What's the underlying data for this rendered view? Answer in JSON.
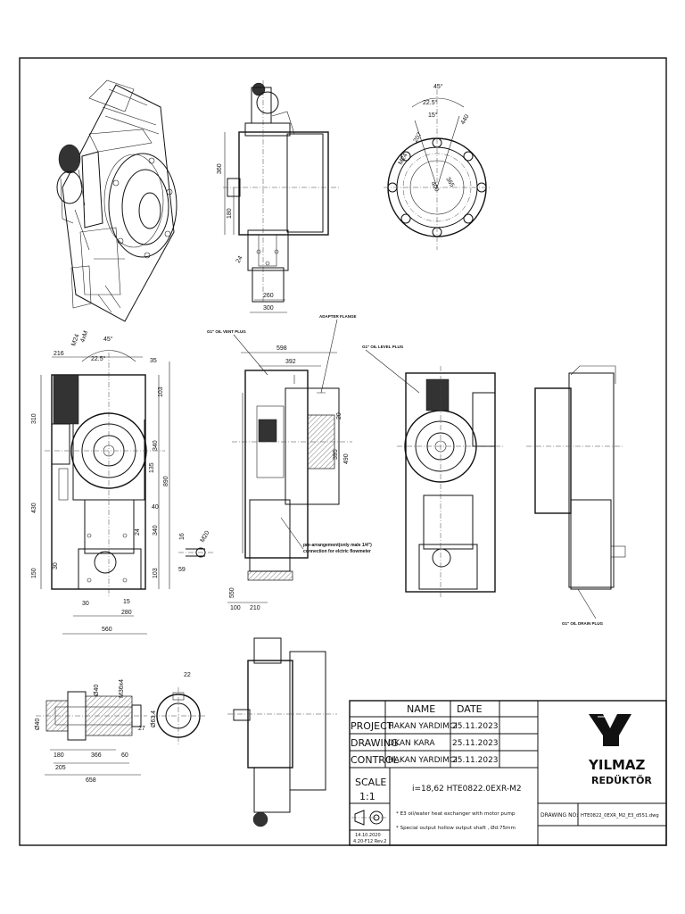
{
  "drawing": {
    "views": {
      "iso": {},
      "top_view": {
        "dims": [
          "360",
          "180",
          "260",
          "300",
          "24"
        ]
      },
      "flange_view": {
        "dims": [
          "45°",
          "22.5°",
          "15°",
          "440",
          "400",
          "365",
          "M24",
          "22",
          "207"
        ]
      },
      "front_view": {
        "dims": [
          "216",
          "M24",
          "4xM",
          "45°",
          "22.5°",
          "35",
          "310",
          "103",
          "340",
          "890",
          "135",
          "430",
          "40",
          "24",
          "340",
          "150",
          "30",
          "103",
          "30",
          "15",
          "280",
          "560"
        ]
      },
      "detail_view": {
        "dims": [
          "16",
          "M20",
          "59"
        ]
      },
      "side_section": {
        "dims": [
          "598",
          "392",
          "20",
          "395",
          "490",
          "100",
          "210",
          "550"
        ],
        "callouts": {
          "oil_vent": "G1\" OIL VENT PLUG",
          "adapter": "ADAPTER FLANGE",
          "pre_arrangement": "pre-arrangement(only male 1/4\") connection for elctric flowmeter"
        }
      },
      "back_view": {
        "callouts": {
          "oil_level": "G1\" OIL LEVEL PLUG"
        }
      },
      "right_side_view": {
        "callouts": {
          "oil_drain": "G1\" OIL DRAIN PLUG"
        }
      },
      "shaft_view": {
        "dims": [
          "Ø40",
          "M36x4",
          "27",
          "180",
          "366",
          "60",
          "205",
          "658",
          "Ø40"
        ]
      },
      "shaft_end_view": {
        "dims": [
          "22",
          "Ø63.4"
        ]
      },
      "bottom_view": {}
    }
  },
  "title_block": {
    "headers": {
      "name": "NAME",
      "date": "DATE"
    },
    "rows": [
      {
        "label": "PROJECT",
        "name": "HAKAN YARDIMCI",
        "date": "25.11.2023"
      },
      {
        "label": "DRAWING",
        "name": "OKAN KARA",
        "date": "25.11.2023"
      },
      {
        "label": "CONTROL",
        "name": "HAKAN YARDIMCI",
        "date": "25.11.2023"
      }
    ],
    "scale_label": "SCALE",
    "scale_value": "1:1",
    "product_code": "i=18,62  HTE0822.0EXR-M2",
    "notes": [
      "* E3 oil/water heat exchanger with motor pump",
      "* Special output hollow output shaft , Ød:75mm"
    ],
    "revision": [
      "14.10.2020",
      "4.20-F12 Rev.2"
    ],
    "drawing_no_label": "DRAWING NO:",
    "drawing_no": "HTE0822_0EXR_M2_E3_d551.dwg",
    "company": {
      "brand": "YILMAZ",
      "sub": "REDÜKTÖR"
    }
  }
}
